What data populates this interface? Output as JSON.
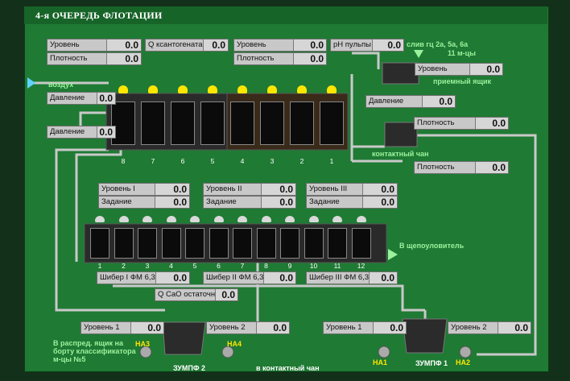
{
  "title": "4-я ОЧЕРЕДЬ ФЛОТАЦИИ",
  "top_group": {
    "level": {
      "label": "Уровень",
      "value": "0.0"
    },
    "density": {
      "label": "Плотность",
      "value": "0.0"
    },
    "xanthate": {
      "label": "Q ксантогената",
      "value": "0.0"
    },
    "level2": {
      "label": "Уровень",
      "value": "0.0"
    },
    "density2": {
      "label": "Плотность",
      "value": "0.0"
    },
    "ph": {
      "label": "pH пульпы",
      "value": "0.0"
    },
    "pressure_left1": {
      "label": "Давление",
      "value": "0.0"
    },
    "pressure_left2": {
      "label": "Давление",
      "value": "0.0"
    },
    "pressure_right": {
      "label": "Давление",
      "value": "0.0"
    },
    "cells_numbers": [
      "8",
      "7",
      "6",
      "5",
      "4",
      "3",
      "2",
      "1"
    ]
  },
  "right_group": {
    "drain_text_1": "слив гц 2а, 5а, 6а",
    "drain_text_2": "11 м-цы",
    "receiving_level": {
      "label": "Уровень",
      "value": "0.0"
    },
    "receiving_label": "приемный ящик",
    "density": {
      "label": "Плотность",
      "value": "0.0"
    },
    "contact_label": "контактный чан",
    "density2": {
      "label": "Плотность",
      "value": "0.0"
    }
  },
  "air_label": "воздух",
  "mid_group": {
    "level1": {
      "label": "Уровень I",
      "value": "0.0"
    },
    "task1": {
      "label": "Задание",
      "value": "0.0"
    },
    "level2": {
      "label": "Уровень II",
      "value": "0.0"
    },
    "task2": {
      "label": "Задание",
      "value": "0.0"
    },
    "level3": {
      "label": "Уровень III",
      "value": "0.0"
    },
    "task3": {
      "label": "Задание",
      "value": "0.0"
    },
    "thickener_label": "В щепоуловитель",
    "cells_numbers": [
      "1",
      "2",
      "3",
      "4",
      "5",
      "6",
      "7",
      "8",
      "9",
      "10",
      "11",
      "12"
    ],
    "gate1": {
      "label": "Шибер I ФМ 6,3",
      "value": "0.0"
    },
    "gate2": {
      "label": "Шибер II ФМ 6,3",
      "value": "0.0"
    },
    "gate3": {
      "label": "Шибер III ФМ 6,3",
      "value": "0.0"
    },
    "cao": {
      "label": "Q CaO остаточн",
      "value": "0.0"
    }
  },
  "bottom_left": {
    "level1": {
      "label": "Уровень 1",
      "value": "0.0"
    },
    "level2": {
      "label": "Уровень 2",
      "value": "0.0"
    },
    "pump_a": "НА3",
    "pump_b": "НА4",
    "name": "ЗУМПФ 2",
    "dest_text": [
      "В распред. ящик на",
      "борту классификатора",
      "м-цы №5"
    ],
    "to_contact": "в контактный чан"
  },
  "bottom_right": {
    "level1": {
      "label": "Уровень 1",
      "value": "0.0"
    },
    "level2": {
      "label": "Уровень 2",
      "value": "0.0"
    },
    "pump_a": "НА1",
    "pump_b": "НА2",
    "name": "ЗУМПФ 1"
  },
  "colors": {
    "panel": "#1f7a34",
    "pipe": "#c9c9c9",
    "label_green": "#9cf29c",
    "cell": "#111111",
    "lamp": "#ffe600"
  }
}
